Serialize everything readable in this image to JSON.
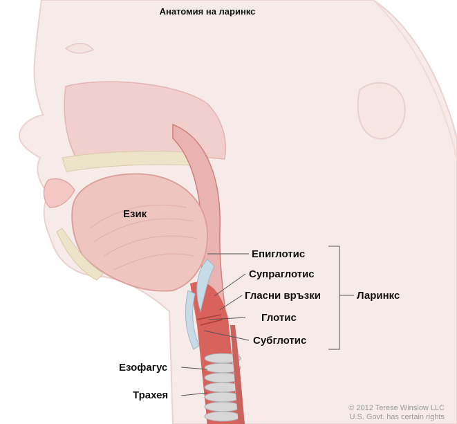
{
  "title": "Анатомия на ларинкс",
  "labels": {
    "tongue": "Език",
    "epiglottis": "Епиглотис",
    "supraglottis": "Супраглотис",
    "vocal_cords": "Гласни връзки",
    "glottis": "Глотис",
    "subglottis": "Субглотис",
    "larynx": "Ларинкс",
    "esophagus": "Езофагус",
    "trachea": "Трахея"
  },
  "copyright": {
    "line1": "© 2012 Terese Winslow LLC",
    "line2": "U.S. Govt. has certain rights"
  },
  "colors": {
    "skin": "#f6e8e6",
    "skin_outline": "#e9cfcc",
    "tissue": "#f0c9c6",
    "muscle": "#e7aaa7",
    "airway": "#d9625d",
    "cartilage_blue": "#c6dbe6",
    "bone": "#ece3c8"
  }
}
